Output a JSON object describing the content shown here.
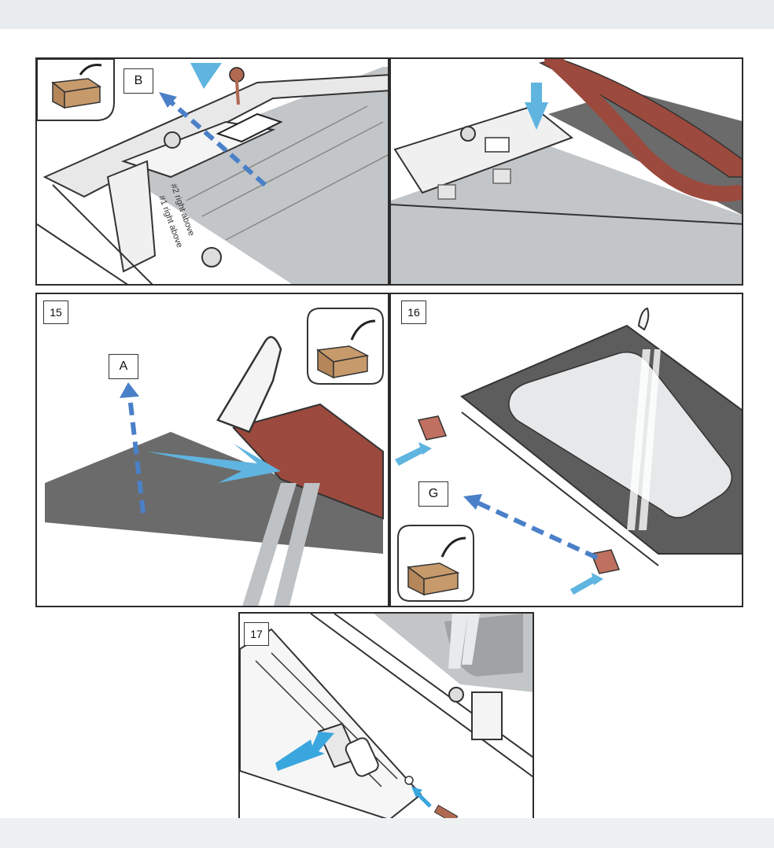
{
  "steps": [
    {
      "number": "",
      "letter": "B",
      "has_box_icon": true,
      "caption_rotated_1": "#2 right above",
      "caption_rotated_2": "#1 right above"
    },
    {
      "number": "",
      "letter": "",
      "has_box_icon": false
    },
    {
      "number": "15",
      "letter": "A",
      "has_box_icon": true
    },
    {
      "number": "16",
      "letter": "G",
      "has_box_icon": true
    },
    {
      "number": "17",
      "letter": "",
      "has_box_icon": false
    }
  ],
  "colors": {
    "arrow_blue": "#4a80c8",
    "arrow_light": "#5fb4e0",
    "seal_red": "#9b4a3d",
    "glass_grey": "#b8bcbf",
    "dark_glass": "#6b6b6b",
    "box_brown": "#c79a6b"
  },
  "icons": [
    "package-open-icon",
    "screw-icon",
    "hinge-icon"
  ]
}
